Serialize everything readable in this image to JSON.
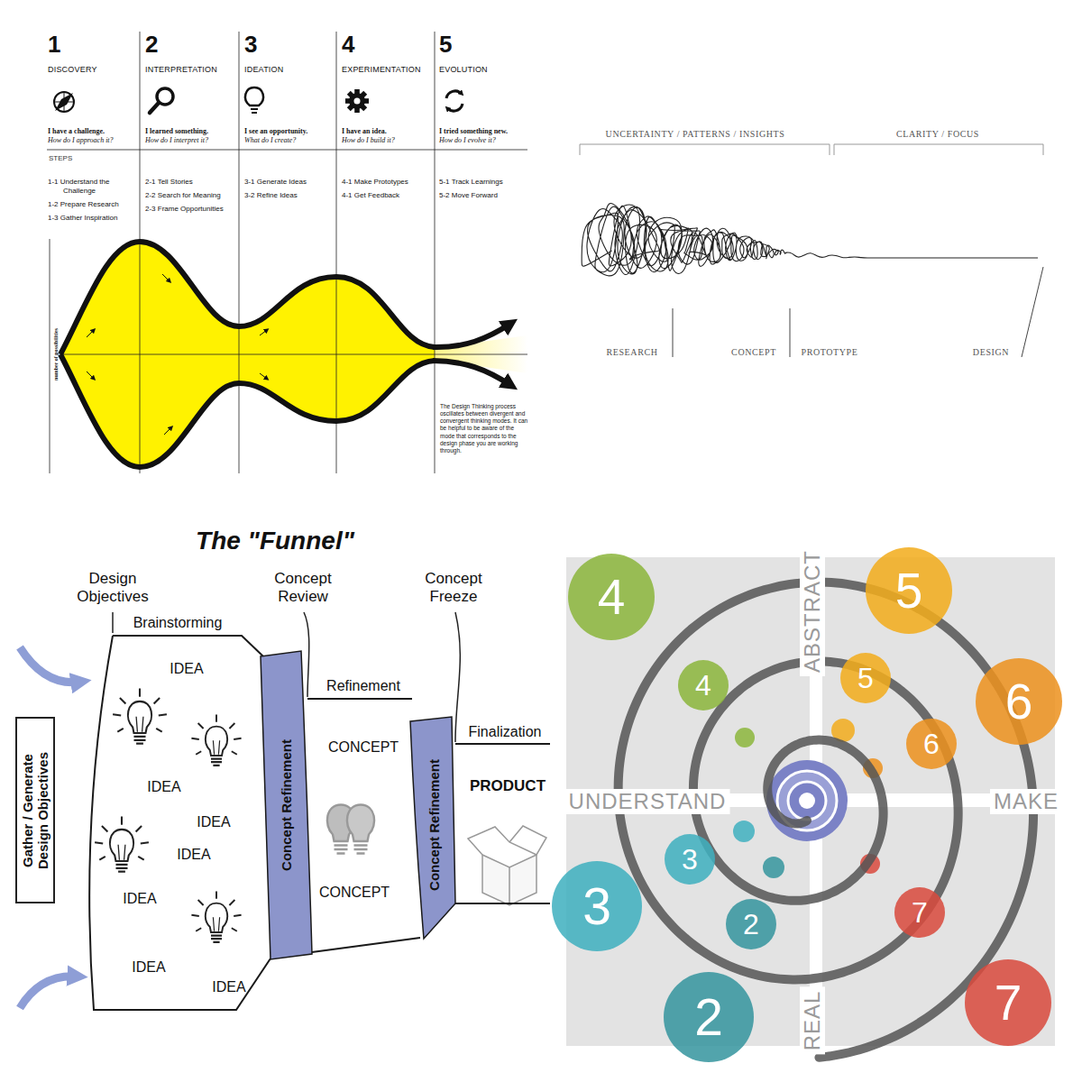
{
  "diagram": {
    "nodes": [
      {
        "text": [
          "1",
          "DISCOVERY",
          "I have a challenge.",
          "How do I approach it?",
          "1-1 Understand the Challenge",
          "1-2 Prepare Research",
          "1-3 Gather Inspiration"
        ]
      },
      {
        "text": [
          "2",
          "INTERPRETATION",
          "I learned something.",
          "How do I interpret it?",
          "2-1 Tell Stories",
          "2-2 Search for Meaning",
          "2-3 Frame Opportunities"
        ]
      },
      {
        "text": [
          "3",
          "IDEATION",
          "I see an opportunity.",
          "What do I create?",
          "3-1 Generate Ideas",
          "3-2 Refine Ideas"
        ]
      },
      {
        "text": [
          "4",
          "EXPERIMENTATION",
          "I have an idea.",
          "How do I build it?",
          "4-1 Make Prototypes",
          "4-1 Get Feedback"
        ]
      },
      {
        "text": [
          "5",
          "EVOLUTION",
          "I tried something new.",
          "How do I evolve it?",
          "5-1 Track Learnings",
          "5-2 Move Forward"
        ]
      },
      {
        "text": [
          "Gather / Generate Design Objectives"
        ]
      },
      {
        "text": [
          "Brainstorming",
          "IDEA",
          "IDEA",
          "IDEA",
          "IDEA",
          "IDEA",
          "IDEA",
          "IDEA"
        ]
      },
      {
        "text": [
          "Concept Refinement"
        ]
      },
      {
        "text": [
          "Refinement",
          "CONCEPT",
          "CONCEPT"
        ]
      },
      {
        "text": [
          "Concept Refinement"
        ]
      },
      {
        "text": [
          "Finalization",
          "PRODUCT"
        ]
      },
      {
        "text": [
          "4"
        ]
      },
      {
        "text": [
          "5"
        ]
      },
      {
        "text": [
          "4"
        ]
      },
      {
        "text": [
          "5"
        ]
      },
      {
        "text": [
          "6"
        ]
      },
      {
        "text": [
          "6"
        ]
      },
      {
        "text": [
          "3"
        ]
      },
      {
        "text": [
          "3"
        ]
      },
      {
        "text": [
          "2"
        ]
      },
      {
        "text": [
          "7"
        ]
      },
      {
        "text": [
          "2"
        ]
      },
      {
        "text": [
          "7"
        ]
      }
    ],
    "labels": [
      "STEPS",
      "number of possibilities",
      "The Design Thinking process oscillates between divergent and convergent thinking modes. It can be helpful to be aware of the mode that corresponds to the design phase you are working through.",
      "UNCERTAINTY / PATTERNS / INSIGHTS",
      "CLARITY / FOCUS",
      "RESEARCH",
      "CONCEPT",
      "PROTOTYPE",
      "DESIGN",
      "The \"Funnel\"",
      "Design Objectives",
      "Concept Review",
      "Concept Freeze",
      "ABSTRACT",
      "UNDERSTAND",
      "MAKE",
      "REAL"
    ]
  }
}
